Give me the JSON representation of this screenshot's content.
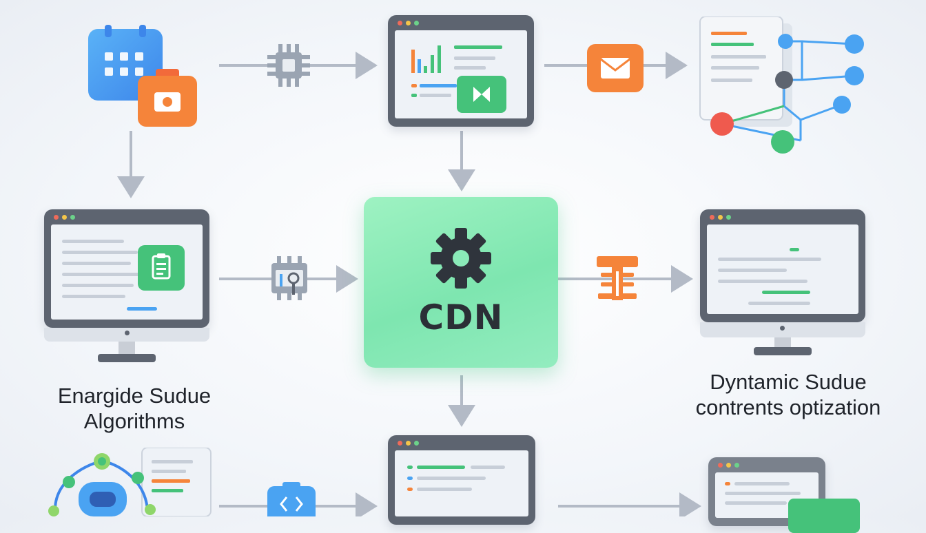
{
  "center": {
    "label": "CDN",
    "icon": "gear-icon"
  },
  "captions": {
    "left": [
      "Enargide Sudue",
      "Algorithms"
    ],
    "right": [
      "Dyntamic Sudue",
      "contrents optization"
    ]
  },
  "colors": {
    "cdn_green": "#8aeab8",
    "monitor_frame": "#5d6470",
    "arrow": "#b3bac6",
    "accent_orange": "#f5843a",
    "accent_blue": "#4aa3f2",
    "accent_green": "#45c27a"
  },
  "icons": [
    "calendar-icon",
    "camera-icon",
    "chip-icon",
    "envelope-icon",
    "network-graph-icon",
    "clipboard-icon",
    "tool-chip-icon",
    "server-rack-icon",
    "robot-icon",
    "code-icon"
  ]
}
